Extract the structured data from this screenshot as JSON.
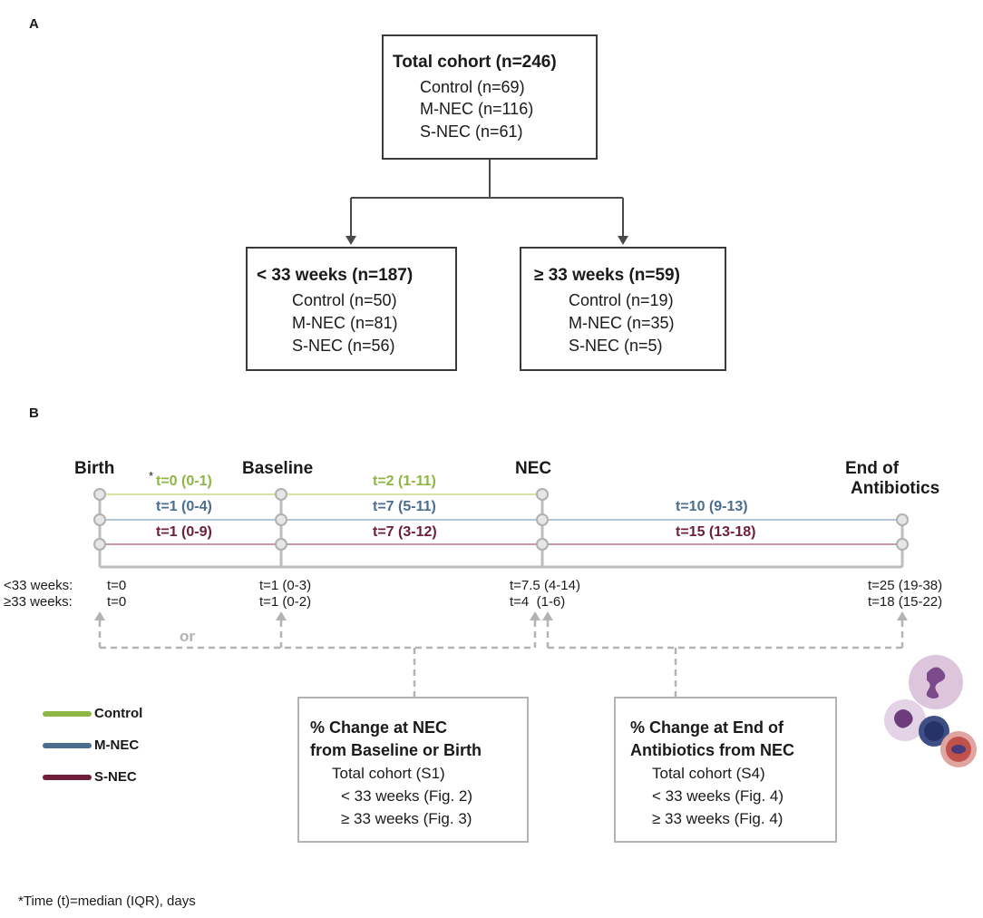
{
  "panel_a": {
    "label": "A",
    "total": {
      "title": "Total cohort (n=246)",
      "lines": [
        "Control (n=69)",
        "M-NEC (n=116)",
        "S-NEC (n=61)"
      ]
    },
    "under33": {
      "title": "< 33 weeks (n=187)",
      "lines": [
        "Control (n=50)",
        "M-NEC (n=81)",
        "S-NEC (n=56)"
      ]
    },
    "over33": {
      "title": "≥ 33 weeks (n=59)",
      "lines": [
        "Control (n=19)",
        "M-NEC (n=35)",
        "S-NEC (n=5)"
      ]
    }
  },
  "panel_b": {
    "label": "B",
    "milestones": {
      "birth": "Birth",
      "baseline": "Baseline",
      "nec": "NEC",
      "end_line1": "End of",
      "end_line2": "Antibiotics"
    },
    "asterisk": "*",
    "intervals": {
      "control": {
        "birth_baseline": "t=0 (0-1)",
        "baseline_nec": "t=2 (1-11)"
      },
      "mnec": {
        "birth_baseline": "t=1 (0-4)",
        "baseline_nec": "t=7 (5-11)",
        "nec_end": "t=10 (9-13)"
      },
      "snec": {
        "birth_baseline": "t=1 (0-9)",
        "baseline_nec": "t=7 (3-12)",
        "nec_end": "t=15 (13-18)"
      }
    },
    "rows": {
      "under33": {
        "label": "<33 weeks:",
        "birth": "t=0",
        "baseline": "t=1 (0-3)",
        "nec": "t=7.5 (4-14)",
        "end": "t=25 (19-38)"
      },
      "over33": {
        "label": "≥33 weeks:",
        "birth": "t=0",
        "baseline": "t=1 (0-2)",
        "nec": "t=4  (1-6)",
        "end": "t=18 (15-22)"
      }
    },
    "or_label": "or",
    "legend": [
      {
        "name": "Control",
        "color": "#8fb545"
      },
      {
        "name": "M-NEC",
        "color": "#4b6e8e"
      },
      {
        "name": "S-NEC",
        "color": "#6e1e36"
      }
    ],
    "box_left": {
      "title1": "% Change at NEC",
      "title2": "from Baseline or Birth",
      "lines": [
        "Total cohort (S1)",
        "< 33 weeks (Fig. 2)",
        "≥ 33 weeks (Fig. 3)"
      ]
    },
    "box_right": {
      "title1": "% Change at End of",
      "title2": "Antibiotics from NEC",
      "lines": [
        "Total cohort (S4)",
        "< 33 weeks (Fig. 4)",
        "≥ 33 weeks (Fig. 4)"
      ]
    },
    "footnote": "*Time (t)=median (IQR), days"
  },
  "colors": {
    "control": "#8fb545",
    "mnec": "#4b6e8e",
    "snec": "#6e1e36",
    "node": "#bdbdbd",
    "connector": "#b3b3b3"
  }
}
